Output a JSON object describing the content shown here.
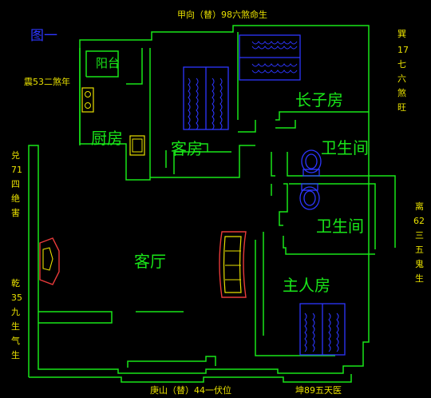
{
  "figure_label": "图一",
  "annotations": {
    "top": "甲向（替）98六煞命生",
    "left_upper": "震53二煞年",
    "left_middle": [
      "兑",
      "71",
      "四",
      "绝",
      "害"
    ],
    "left_lower": [
      "乾",
      "35",
      "九",
      "生",
      "气",
      "生"
    ],
    "right_upper": [
      "巽",
      "17",
      "七",
      "六",
      "煞",
      "旺"
    ],
    "right_middle": [
      "离",
      "62",
      "三",
      "五",
      "鬼",
      "生"
    ],
    "bottom_left": "庚山（替）44一伏位",
    "bottom_right": "坤89五天医"
  },
  "rooms": {
    "balcony": "阳台",
    "kitchen": "厨房",
    "guest_room": "客房",
    "eldest_son_room": "长子房",
    "bathroom_1": "卫生间",
    "bathroom_2": "卫生间",
    "living_room": "客厅",
    "master_bedroom": "主人房"
  },
  "colors": {
    "walls": "#19e619",
    "furniture": "#2d36ff",
    "annotations": "#e8e000",
    "background": "#000000"
  }
}
